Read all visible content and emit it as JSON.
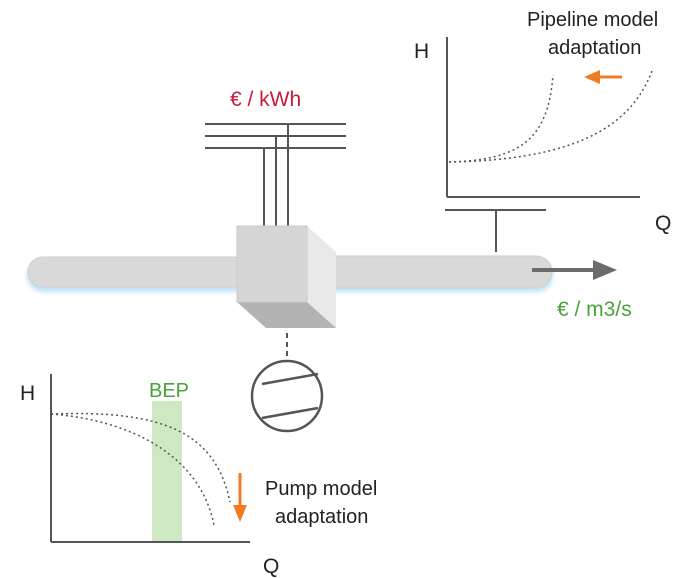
{
  "labels": {
    "energy_cost": "€ / kWh",
    "flow_cost": "€ / m3/s",
    "pipeline_title_line1": "Pipeline model",
    "pipeline_title_line2": "adaptation",
    "pump_title_line1": "Pump model",
    "pump_title_line2": "adaptation",
    "bep": "BEP",
    "pipeline_axis_y": "H",
    "pipeline_axis_x": "Q",
    "pump_axis_y": "H",
    "pump_axis_x": "Q"
  },
  "colors": {
    "energy_cost": "#c8193c",
    "flow_cost": "#4aa23a",
    "bep_label": "#4aa23a",
    "bep_band": "#cfe8c4",
    "adaptation_arrow": "#f07b22",
    "pipe_fill": "#d9d9d9",
    "pipe_glow": "#bfe3f7",
    "line": "#555555"
  },
  "icons": {
    "pump_symbol": "pump-icon",
    "flow_arrow": "arrow-right-icon",
    "pipeline_adaptation_arrow": "arrow-left-icon",
    "pump_adaptation_arrow": "arrow-down-icon"
  }
}
